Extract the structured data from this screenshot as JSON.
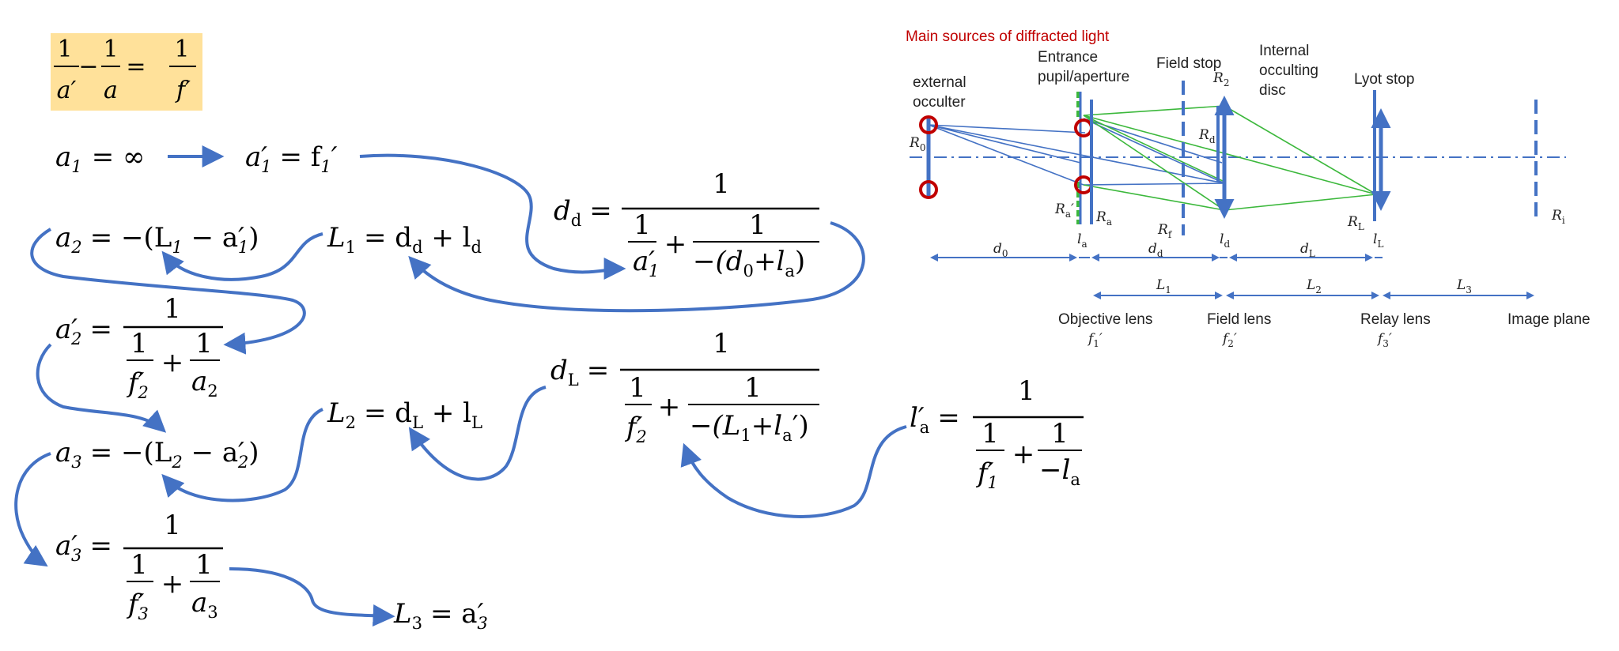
{
  "colors": {
    "arrow": "#4472c4",
    "ray_blue": "#4472c4",
    "ray_green": "#3cb83c",
    "highlight": "#ffe19a",
    "red_text": "#c00000",
    "red_circle": "#c00000"
  },
  "equations": {
    "lens_formula": {
      "num1": "1",
      "den1": "a′",
      "num2": "1",
      "den2": "a",
      "num3": "1",
      "den3": "f′"
    },
    "a1": {
      "lhs_var": "a",
      "lhs_sub": "1",
      "rhs": "= ∞"
    },
    "a1p": {
      "lhs_var": "a",
      "lhs_sub": "1",
      "rhs_var": "= f",
      "rhs_sub": "1",
      "rhs_prime": "′"
    },
    "dd": {
      "lhs_var": "d",
      "lhs_sub": "d",
      "num": "1",
      "t1_num": "1",
      "t1_den_var": "a",
      "t1_den_sub": "1",
      "t2_num": "1",
      "t2_den": "−(d",
      "t2_den_sub0": "0",
      "t2_den_plus": "+l",
      "t2_den_suba": "a",
      "t2_den_close": ")"
    },
    "a2": {
      "text": "a",
      "sub": "2",
      "rhs1": "= −(L",
      "rhs_sub1": "1",
      "rhs2": " − a",
      "rhs_sub2": "1",
      "rhs3": ")"
    },
    "L1": {
      "var": "L",
      "sub": "1",
      "rhs1": "= d",
      "rhs_sub1": "d",
      "rhs2": " + l",
      "rhs_sub2": "d"
    },
    "a2p": {
      "var": "a",
      "sub": "2",
      "num": "1",
      "t1_num": "1",
      "t1_den": "f",
      "t1_sub": "2",
      "t2_num": "1",
      "t2_den": "a",
      "t2_sub": "2"
    },
    "L2": {
      "var": "L",
      "sub": "2",
      "rhs1": "= d",
      "rhs_sub1": "L",
      "rhs2": " + l",
      "rhs_sub2": "L"
    },
    "dL": {
      "var": "d",
      "sub": "L",
      "num": "1",
      "t1_num": "1",
      "t1_den": "f",
      "t1_sub": "2",
      "t2_num": "1",
      "t2_den": "−(L",
      "t2_sub1": "1",
      "t2_plus": "+l",
      "t2_sub2": "a",
      "t2_close": "′)"
    },
    "la": {
      "var": "l",
      "sub": "a",
      "num": "1",
      "t1_num": "1",
      "t1_den": "f",
      "t1_sub": "1",
      "t2_num": "1",
      "t2_den": "−l",
      "t2_sub": "a"
    },
    "a3": {
      "var": "a",
      "sub": "3",
      "rhs1": "= −(L",
      "rhs_sub1": "2",
      "rhs2": " − a",
      "rhs_sub2": "2",
      "rhs3": ")"
    },
    "a3p": {
      "var": "a",
      "sub": "3",
      "num": "1",
      "t1_num": "1",
      "t1_den": "f",
      "t1_sub": "3",
      "t2_num": "1",
      "t2_den": "a",
      "t2_sub": "3"
    },
    "L3": {
      "var": "L",
      "sub": "3",
      "rhs": "= a",
      "rhs_sub": "3"
    }
  },
  "diagram": {
    "title": "Main sources of diffracted light",
    "labels": {
      "external_occulter": [
        "external",
        "occulter"
      ],
      "entrance": [
        "Entrance",
        "pupil/aperture"
      ],
      "field_stop": "Field stop",
      "internal_occulting": [
        "Internal",
        "occulting",
        "disc"
      ],
      "lyot_stop": "Lyot stop",
      "objective_lens": "Objective lens",
      "field_lens": "Field lens",
      "relay_lens": "Relay lens",
      "image_plane": "Image plane"
    },
    "radii": {
      "R0": {
        "v": "R",
        "s": "0"
      },
      "R2": {
        "v": "R",
        "s": "2"
      },
      "Rd": {
        "v": "R",
        "s": "d"
      },
      "Rap": {
        "v": "R",
        "s": "a",
        "p": "′"
      },
      "Ra": {
        "v": "R",
        "s": "a"
      },
      "Rf": {
        "v": "R",
        "s": "f"
      },
      "RL": {
        "v": "R",
        "s": "L"
      },
      "Ri": {
        "v": "R",
        "s": "i"
      }
    },
    "distances": {
      "d0": {
        "v": "d",
        "s": "0"
      },
      "la": {
        "v": "l",
        "s": "a"
      },
      "dd": {
        "v": "d",
        "s": "d"
      },
      "ld": {
        "v": "l",
        "s": "d"
      },
      "dL": {
        "v": "d",
        "s": "L"
      },
      "lL": {
        "v": "l",
        "s": "L"
      },
      "L1": {
        "v": "L",
        "s": "1"
      },
      "L2": {
        "v": "L",
        "s": "2"
      },
      "L3": {
        "v": "L",
        "s": "3"
      }
    },
    "focals": {
      "f1": {
        "v": "f",
        "s": "1",
        "p": "′"
      },
      "f2": {
        "v": "f",
        "s": "2",
        "p": "′"
      },
      "f3": {
        "v": "f",
        "s": "3",
        "p": "′"
      }
    }
  }
}
